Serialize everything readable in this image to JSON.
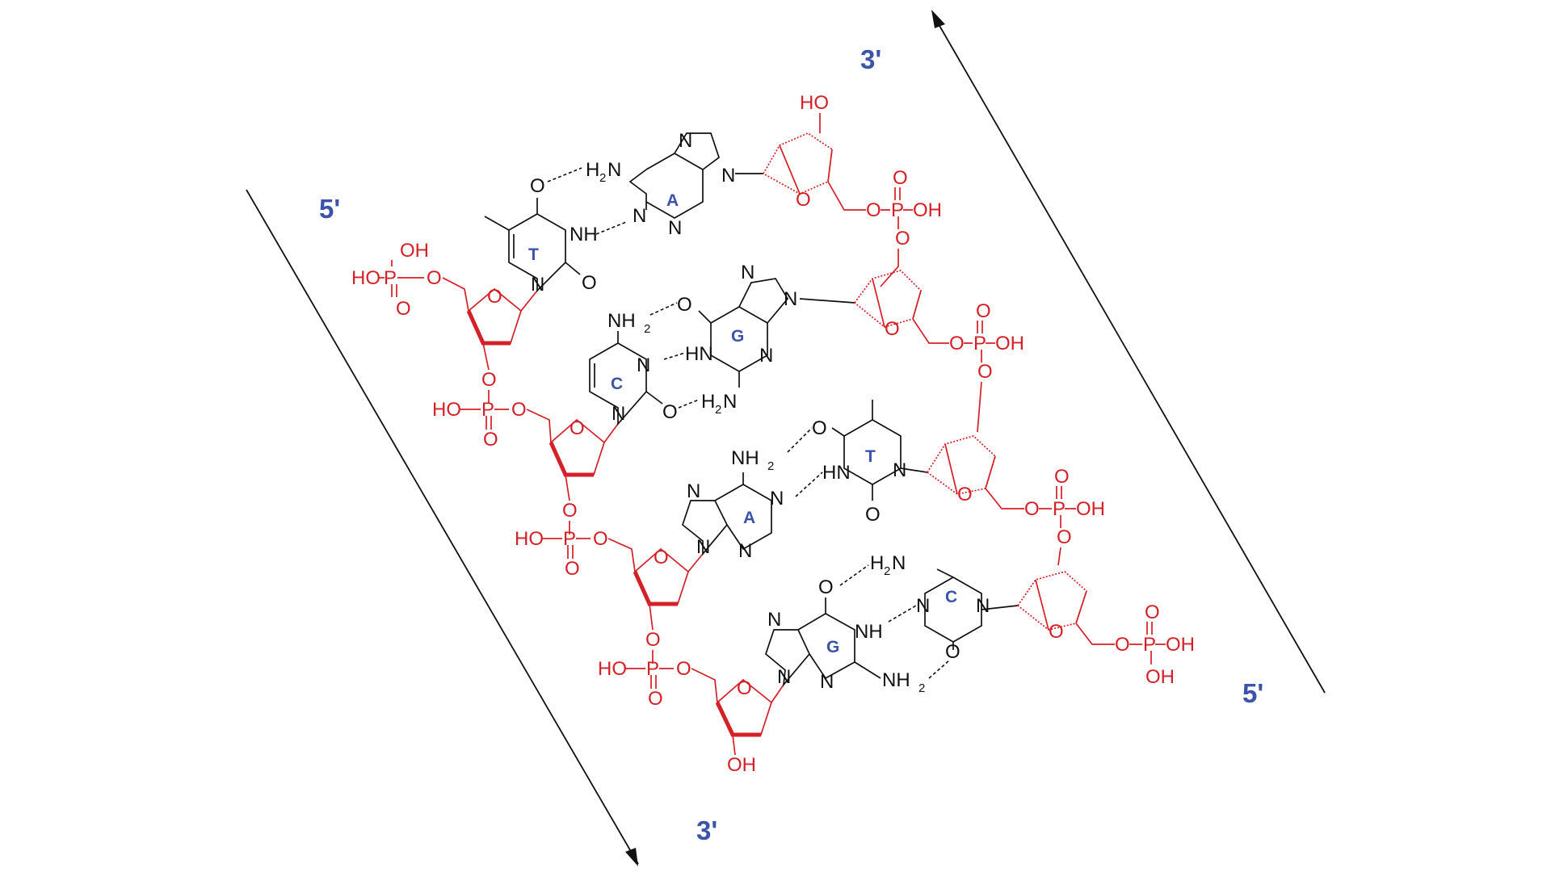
{
  "strand_ends": {
    "left_top": "5'",
    "left_bottom": "3'",
    "right_top": "3'",
    "right_bottom": "5'"
  },
  "bases": {
    "left": [
      "T",
      "C",
      "A",
      "G"
    ],
    "right": [
      "A",
      "G",
      "T",
      "C"
    ]
  },
  "labels": {
    "hoppo": [
      "HO",
      "P",
      "O",
      "OH",
      "O"
    ],
    "phosphate_oh": "OH",
    "phosphate_ho": "HO",
    "phosphate_p": "P",
    "o": "O",
    "hydroxyl_top": "HO",
    "hydroxyl_bottom": "OH",
    "nh2": "NH",
    "h2n": "H",
    "two": "2",
    "n": "N",
    "nh": "NH",
    "hn": "HN"
  },
  "colors": {
    "backbone": "#d42027",
    "base_ring": "#111111",
    "annotation": "#3b53a8"
  }
}
